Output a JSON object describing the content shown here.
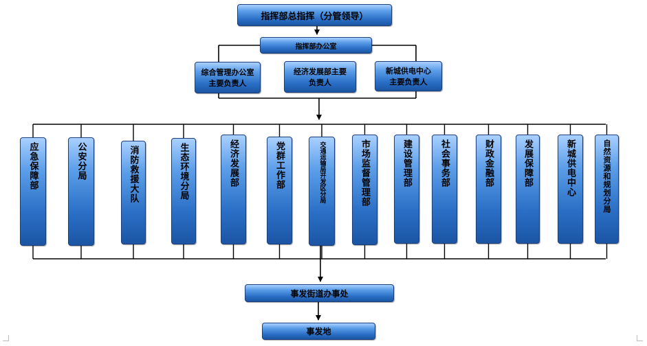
{
  "top": {
    "commander": "指挥部总指挥（分管领导）",
    "office": "指挥部办公室"
  },
  "leaders": [
    {
      "text": "综合管理办公室主要负责人"
    },
    {
      "text": "经济发展部主要负责人"
    },
    {
      "text": "新城供电中心主要负责人"
    }
  ],
  "departments": [
    {
      "text": "应急保障部"
    },
    {
      "text": "公安分局"
    },
    {
      "text": "消防救援大队"
    },
    {
      "text": "生态环境分局"
    },
    {
      "text": "经济发展部"
    },
    {
      "text": "党群工作部"
    },
    {
      "text": "交通运输局开发区分局"
    },
    {
      "text": "市场监督管理部"
    },
    {
      "text": "建设管理部"
    },
    {
      "text": "社会事务部"
    },
    {
      "text": "财政金融部"
    },
    {
      "text": "发展保障部"
    },
    {
      "text": "新城供电中心"
    },
    {
      "text": "自然资源和规划分局"
    }
  ],
  "bottom": {
    "street_office": "事发街道办事处",
    "site": "事发地"
  }
}
